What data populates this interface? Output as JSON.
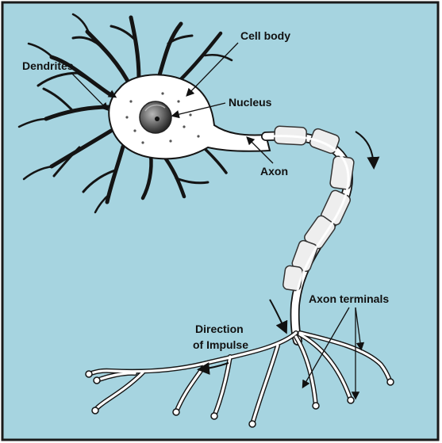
{
  "diagram": {
    "labels": {
      "cell_body": "Cell body",
      "dendrites": "Dendrites",
      "nucleus": "Nucleus",
      "axon": "Axon",
      "axon_terminals": "Axon terminals",
      "direction_line1": "Direction",
      "direction_line2": "of Impulse"
    },
    "colors": {
      "background": "#a6d4e0",
      "border": "#1a1a1a",
      "neuron_fill": "#ffffff",
      "neuron_outline": "#151515",
      "dendrite": "#141414",
      "myelin_fill": "#eeeeee",
      "nucleus_dark": "#333333",
      "nucleus_light": "#9a9a9a",
      "text": "#111111"
    }
  }
}
